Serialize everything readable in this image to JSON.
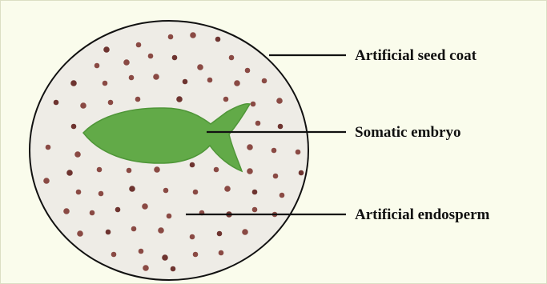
{
  "diagram": {
    "colors": {
      "background": "#fafcec",
      "frame_border": "#dcdfc4",
      "seed_fill": "#eeece6",
      "seed_outline": "#111111",
      "embryo": "#62aa48",
      "embryo_edge": "#4f9638",
      "dot": "#8a4a44",
      "dot_dark": "#6e3430",
      "leader_line": "#111111",
      "label_text": "#111111"
    },
    "labels": {
      "seed_coat": "Artificial seed coat",
      "somatic_embryo": "Somatic embryo",
      "endosperm": "Artificial endosperm"
    }
  }
}
